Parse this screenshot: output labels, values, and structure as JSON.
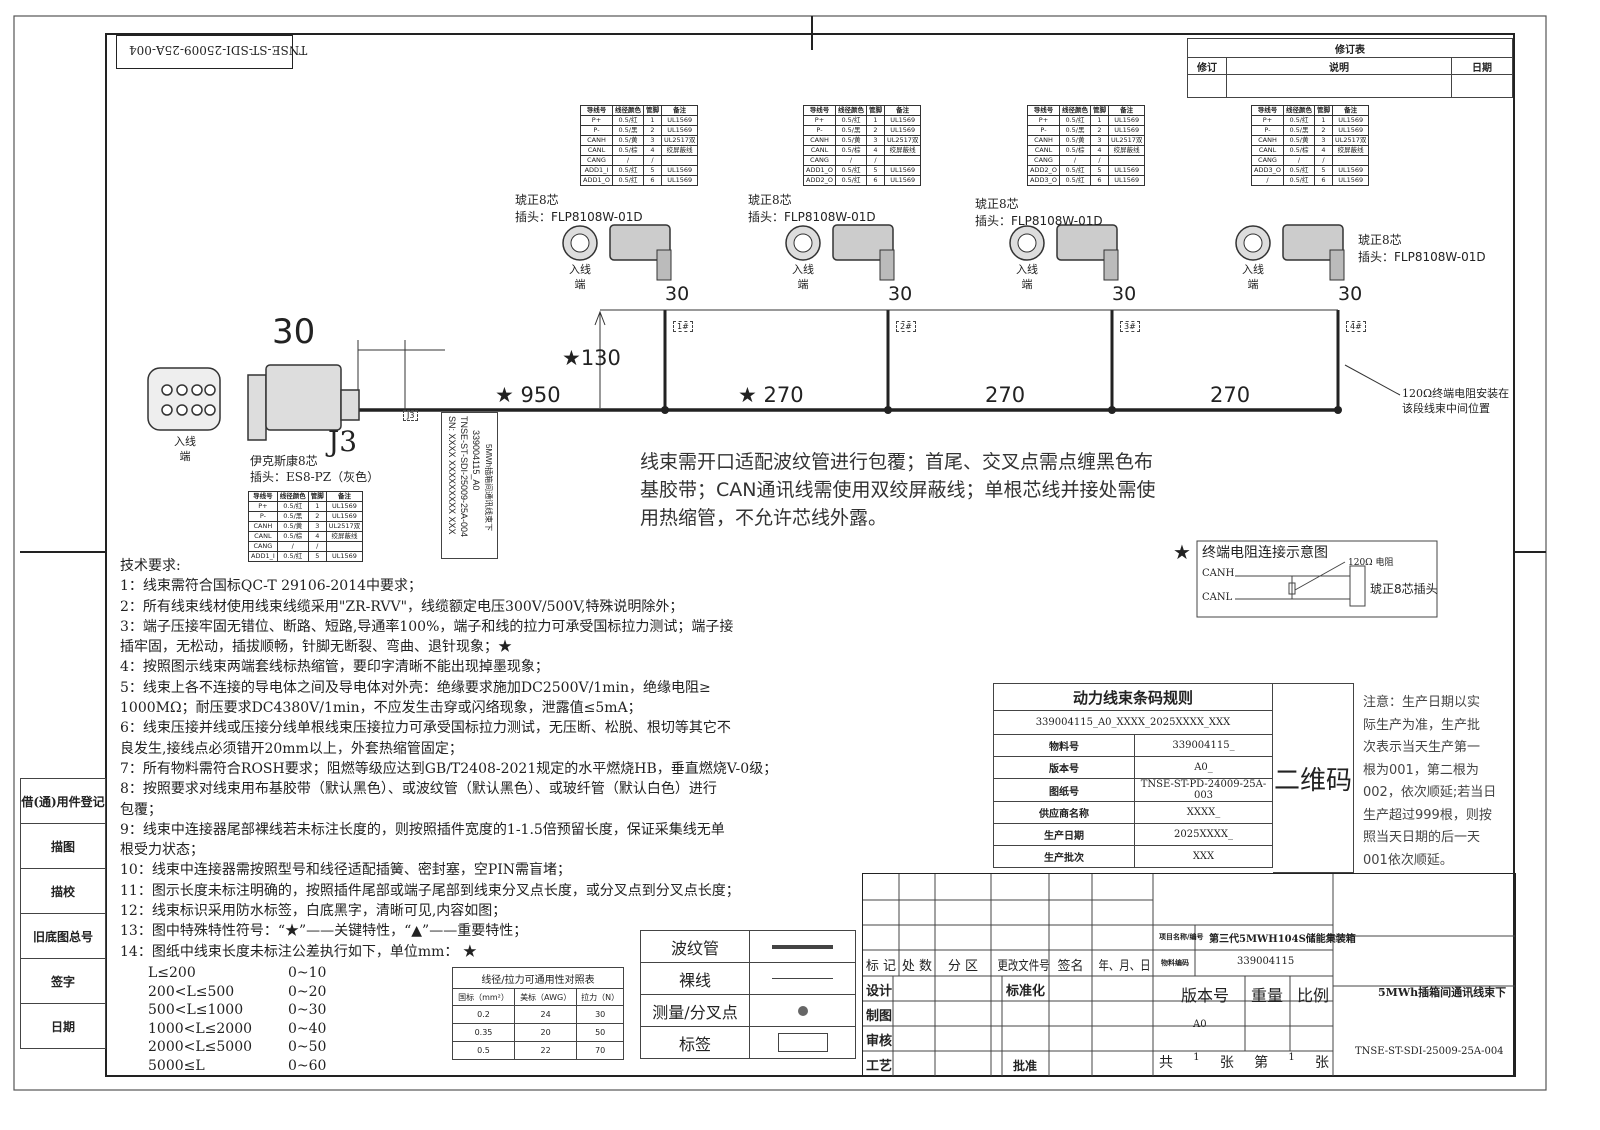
{
  "drawing_number_flipped": "TNSE-ST-SDI-25009-25A-004",
  "revision_table": {
    "title": "修订表",
    "headers": [
      "修订",
      "说明",
      "日期"
    ]
  },
  "side_register": [
    "借(通)用件登记",
    "描图",
    "描校",
    "旧底图总号",
    "签字",
    "日期"
  ],
  "connector_table_headers": [
    "导线号",
    "线径颜色",
    "管脚",
    "备注"
  ],
  "connectors": [
    {
      "tag": "1#",
      "brand": "琥正8芯",
      "plug": "插头：FLP8108W-01D",
      "inlet": "入线",
      "inlet2": "端",
      "tail": "30",
      "rows": [
        [
          "P+",
          "0.5/红",
          "1",
          "UL1569"
        ],
        [
          "P-",
          "0.5/黑",
          "2",
          "UL1569"
        ],
        [
          "CANH",
          "0.5/黄",
          "3",
          "UL2517双"
        ],
        [
          "CANL",
          "0.5/棕",
          "4",
          "绞屏蔽线"
        ],
        [
          "CANG",
          "/",
          "/",
          ""
        ],
        [
          "ADD1_I",
          "0.5/红",
          "5",
          "UL1569"
        ],
        [
          "ADD1_O",
          "0.5/红",
          "6",
          "UL1569"
        ]
      ]
    },
    {
      "tag": "2#",
      "brand": "琥正8芯",
      "plug": "插头：FLP8108W-01D",
      "inlet": "入线",
      "inlet2": "端",
      "tail": "30",
      "rows": [
        [
          "P+",
          "0.5/红",
          "1",
          "UL1569"
        ],
        [
          "P-",
          "0.5/黑",
          "2",
          "UL1569"
        ],
        [
          "CANH",
          "0.5/黄",
          "3",
          "UL2517双"
        ],
        [
          "CANL",
          "0.5/棕",
          "4",
          "绞屏蔽线"
        ],
        [
          "CANG",
          "/",
          "/",
          ""
        ],
        [
          "ADD1_O",
          "0.5/红",
          "5",
          "UL1569"
        ],
        [
          "ADD2_O",
          "0.5/红",
          "6",
          "UL1569"
        ]
      ]
    },
    {
      "tag": "3#",
      "brand": "琥正8芯",
      "plug": "插头：FLP8108W-01D",
      "inlet": "入线",
      "inlet2": "端",
      "tail": "30",
      "rows": [
        [
          "P+",
          "0.5/红",
          "1",
          "UL1569"
        ],
        [
          "P-",
          "0.5/黑",
          "2",
          "UL1569"
        ],
        [
          "CANH",
          "0.5/黄",
          "3",
          "UL2517双"
        ],
        [
          "CANL",
          "0.5/棕",
          "4",
          "绞屏蔽线"
        ],
        [
          "CANG",
          "/",
          "/",
          ""
        ],
        [
          "ADD2_O",
          "0.5/红",
          "5",
          "UL1569"
        ],
        [
          "ADD3_O",
          "0.5/红",
          "6",
          "UL1569"
        ]
      ]
    },
    {
      "tag": "4#",
      "brand": "琥正8芯",
      "plug": "插头：FLP8108W-01D",
      "inlet": "入线",
      "inlet2": "端",
      "tail": "30",
      "rows": [
        [
          "P+",
          "0.5/红",
          "1",
          "UL1569"
        ],
        [
          "P-",
          "0.5/黑",
          "2",
          "UL1569"
        ],
        [
          "CANH",
          "0.5/黄",
          "3",
          "UL2517双"
        ],
        [
          "CANL",
          "0.5/棕",
          "4",
          "绞屏蔽线"
        ],
        [
          "CANG",
          "/",
          "/",
          ""
        ],
        [
          "ADD3_O",
          "0.5/红",
          "5",
          "UL1569"
        ],
        [
          "/",
          "0.5/红",
          "6",
          "UL1569"
        ]
      ]
    }
  ],
  "j3": {
    "tag": "J3",
    "label": "J3",
    "brand": "伊克斯康8芯",
    "plug": "插头：ES8-PZ（灰色）",
    "inlet": "入线",
    "inlet2": "端",
    "tail": "30",
    "rows": [
      [
        "P+",
        "0.5/红",
        "1",
        "UL1569"
      ],
      [
        "P-",
        "0.5/黑",
        "2",
        "UL1569"
      ],
      [
        "CANH",
        "0.5/黄",
        "3",
        "UL2517双"
      ],
      [
        "CANL",
        "0.5/棕",
        "4",
        "绞屏蔽线"
      ],
      [
        "CANG",
        "/",
        "/",
        ""
      ],
      [
        "ADD1_I",
        "0.5/红",
        "5",
        "UL1569"
      ]
    ]
  },
  "dimensions": {
    "main": "★ 950",
    "rise": "★130",
    "seg1": "★ 270",
    "seg2": "270",
    "seg3": "270"
  },
  "resistor_note": [
    "120Ω终端电阻安装在",
    "该段线束中间位置"
  ],
  "harness_label": {
    "line1": "5MWh插箱间通讯线束下",
    "line2": "339004115_A0",
    "line3": "TNSE-ST-SDI-25009-25A-004",
    "line4": "SN: XXXX XXXXXXXXX XXX"
  },
  "main_note": [
    "线束需开口适配波纹管进行包覆；首尾、交叉点需点缠黑色布",
    "基胶带；CAN通讯线需使用双绞屏蔽线；单根芯线并接处需使",
    "用热缩管，不允许芯线外露。"
  ],
  "termination": {
    "star": "★",
    "title": "终端电阻连接示意图",
    "canh": "CANH",
    "canl": "CANL",
    "resistor": "120Ω 电阻",
    "plug": "琥正8芯插头"
  },
  "tech_requirements": {
    "title": "技术要求:",
    "lines": [
      "1：线束需符合国标QC-T 29106-2014中要求；",
      "2：所有线束线材使用线束线缆采用\"ZR-RVV\"，线缆额定电压300V/500V,特殊说明除外；",
      "3：端子压接牢固无错位、断路、短路,导通率100%，端子和线的拉力可承受国标拉力测试；端子接",
      "插牢固，无松动，插拔顺畅，针脚无断裂、弯曲、退针现象；★",
      "4：按照图示线束两端套线标热缩管，要印字清晰不能出现掉墨现象；",
      "5：线束上各不连接的导电体之间及导电体对外壳：绝缘要求施加DC2500V/1min，绝缘电阻≥",
      "1000MΩ；耐压要求DC4380V/1min，不应发生击穿或闪络现象，泄露值≤5mA；",
      "6：线束压接并线或压接分线单根线束压接拉力可承受国标拉力测试，无压断、松脱、根切等其它不",
      "良发生,接线点必须错开20mm以上，外套热缩管固定；",
      "7：所有物料需符合ROSH要求；阻燃等级应达到GB/T2408-2021规定的水平燃烧HB，垂直燃烧V-0级；",
      "8：按照要求对线束用布基胶带（默认黑色）、或波纹管（默认黑色）、或玻纤管（默认白色）进行",
      "包覆；",
      "9：线束中连接器尾部裸线若未标注长度的，则按照插件宽度的1-1.5倍预留长度，保证采集线无单",
      "根受力状态；",
      "10：线束中连接器需按照型号和线径适配插簧、密封塞，空PIN需盲堵；",
      "11：图示长度未标注明确的，按照插件尾部或端子尾部到线束分叉点长度，或分叉点到分叉点长度；",
      "12：线束标识采用防水标签，白底黑字，清晰可见,内容如图；",
      "13：图中特殊特性符号：“★”——关键特性，“▲”——重要特性；",
      "14：图纸中线束长度未标注公差执行如下，单位mm：  ★"
    ],
    "tolerances": [
      [
        "L≤200",
        "0~10"
      ],
      [
        "200<L≤500",
        "0~20"
      ],
      [
        "500<L≤1000",
        "0~30"
      ],
      [
        "1000<L≤2000",
        "0~40"
      ],
      [
        "2000<L≤5000",
        "0~50"
      ],
      [
        "5000≤L",
        "0~60"
      ]
    ]
  },
  "wire_table": {
    "title": "线径/拉力可通用性对照表",
    "headers": [
      "国标（mm²）",
      "美标（AWG）",
      "拉力（N）"
    ],
    "rows": [
      [
        "0.2",
        "24",
        "30"
      ],
      [
        "0.35",
        "20",
        "50"
      ],
      [
        "0.5",
        "22",
        "70"
      ]
    ]
  },
  "legend": [
    "波纹管",
    "裸线",
    "测量/分叉点",
    "标签"
  ],
  "barcode": {
    "title": "动力线束条码规则",
    "code": "339004115_A0_XXXX_2025XXXX_XXX",
    "rows": [
      [
        "物料号",
        "339004115_"
      ],
      [
        "版本号",
        "A0_"
      ],
      [
        "图纸号",
        "TNSE-ST-PD-24009-25A-003"
      ],
      [
        "供应商名称",
        "XXXX_"
      ],
      [
        "生产日期",
        "2025XXXX_"
      ],
      [
        "生产批次",
        "XXX"
      ]
    ],
    "qr": "二维码",
    "note": [
      "注意：生产日期以实",
      "际生产为准，生产批",
      "次表示当天生产第一",
      "根为001，第二根为",
      "002，依次顺延;若当日",
      "生产超过999根，则按",
      "照当天日期的后一天",
      "001依次顺延。"
    ]
  },
  "title_block": {
    "change_headers": [
      "标 记",
      "处 数",
      "分 区",
      "更改文件号",
      "签名",
      "年、月、日"
    ],
    "roles": [
      "设计",
      "制图",
      "审核",
      "工艺"
    ],
    "standardize": "标准化",
    "approve": "批准",
    "project_label": "项目名称/编号",
    "project_value": "第三代5MWH104S储能集装箱",
    "material_label": "物料编码",
    "material_value": "339004115",
    "version_label": "版本号",
    "weight_label": "重量",
    "scale_label": "比例",
    "version_value": "A0",
    "sheets": [
      "共",
      "1",
      "张",
      "第",
      "1",
      "张"
    ],
    "drawing_title": "5MWh插箱间通讯线束下",
    "drawing_number": "TNSE-ST-SDI-25009-25A-004"
  }
}
